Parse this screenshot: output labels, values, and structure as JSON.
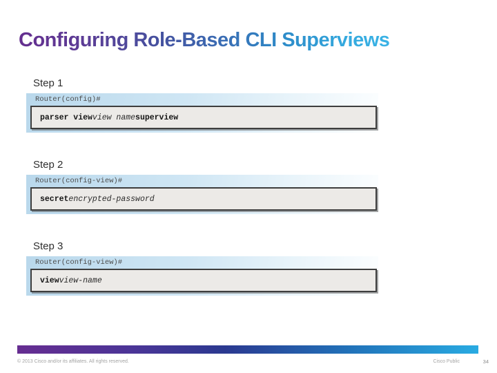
{
  "title": "Configuring Role-Based CLI Superviews",
  "steps": [
    {
      "label": "Step 1",
      "prompt": "Router(config)#",
      "command": [
        {
          "text": "parser view",
          "style": "bold"
        },
        {
          "text": "view name",
          "style": "italic"
        },
        {
          "text": "superview",
          "style": "bold"
        }
      ]
    },
    {
      "label": "Step 2",
      "prompt": "Router(config-view)#",
      "command": [
        {
          "text": "secret",
          "style": "bold"
        },
        {
          "text": "encrypted-password",
          "style": "italic"
        }
      ]
    },
    {
      "label": "Step 3",
      "prompt": "Router(config-view)#",
      "command": [
        {
          "text": "view",
          "style": "bold"
        },
        {
          "text": "view-name",
          "style": "italic"
        }
      ]
    }
  ],
  "footer": {
    "copyright": "© 2013 Cisco and/or its affiliates. All rights reserved.",
    "classification": "Cisco Public",
    "page_number": "34"
  },
  "colors": {
    "title_gradient_start": "#652f8f",
    "title_gradient_end": "#3ab3e6",
    "panel_blue": "#b9d8ec",
    "command_box_bg": "#eceae7",
    "command_box_border": "#3d3d3d",
    "footer_bar_start": "#662d91",
    "footer_bar_mid": "#2b3990",
    "footer_bar_end": "#29abe2",
    "footer_text": "#a3a3a3"
  }
}
